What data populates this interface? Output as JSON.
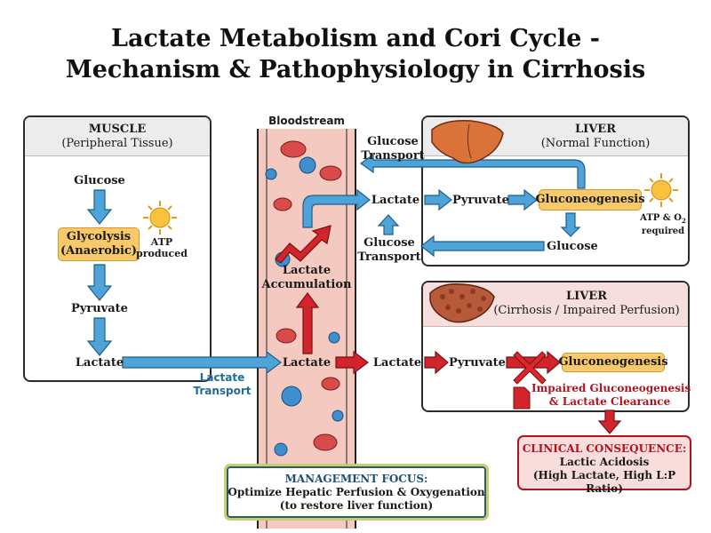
{
  "title": {
    "line1": "Lactate Metabolism and Cori Cycle -",
    "line2": "Mechanism & Pathophysiology in Cirrhosis"
  },
  "muscle": {
    "heading": "MUSCLE",
    "subheading": "(Peripheral Tissue)",
    "glucose": "Glucose",
    "glycolysis_line1": "Glycolysis",
    "glycolysis_line2": "(Anaerobic)",
    "atp_line1": "ATP",
    "atp_line2": "produced",
    "pyruvate": "Pyruvate",
    "lactate": "Lactate"
  },
  "bloodstream": {
    "label": "Bloodstream",
    "accumulation_line1": "Lactate",
    "accumulation_line2": "Accumulation",
    "lactate": "Lactate"
  },
  "transport": {
    "lactate_transport_line1": "Lactate",
    "lactate_transport_line2": "Transport",
    "glucose_transport_top_line1": "Glucose",
    "glucose_transport_top_line2": "Transport",
    "glucose_transport_bottom_line1": "Glucose",
    "glucose_transport_bottom_line2": "Transport",
    "lactate_entry": "Lactate",
    "lactate_to_cirrhosis": "Lactate"
  },
  "liver_normal": {
    "heading": "LIVER",
    "subheading": "(Normal Function)",
    "pyruvate": "Pyruvate",
    "gluconeogenesis": "Gluconeogenesis",
    "atp_line1": "ATP & O",
    "atp_sub": "2",
    "atp_line2": "required",
    "glucose": "Glucose"
  },
  "liver_cirrhosis": {
    "heading": "LIVER",
    "subheading": "(Cirrhosis / Impaired Perfusion)",
    "pyruvate": "Pyruvate",
    "gluconeogenesis": "Gluconeogenesis",
    "impaired_line1": "Impaired Gluconeogenesis",
    "impaired_line2": "& Lactate Clearance"
  },
  "clinical": {
    "heading": "CLINICAL CONSEQUENCE:",
    "line1": "Lactic Acidosis",
    "line2": "(High Lactate, High L:P Ratio)"
  },
  "management": {
    "heading": "MANAGEMENT FOCUS:",
    "line1": "Optimize Hepatic Perfusion & Oxygenation",
    "line2": "(to restore liver function)"
  },
  "colors": {
    "blue_arrow": "#4ea3d8",
    "red_arrow": "#c8242b",
    "pill": "#f7c96b",
    "clinical_bg": "#f9dcdc",
    "vessel": "#f4c9c0"
  }
}
